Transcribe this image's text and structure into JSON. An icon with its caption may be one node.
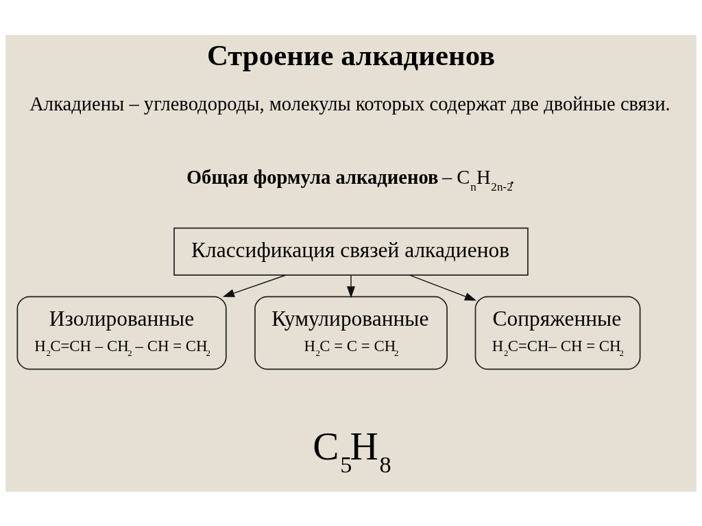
{
  "diagram": {
    "title": "Строение алкадиенов",
    "nodes": [
      {
        "text": [
          "Классификация связей алкадиенов"
        ]
      },
      {
        "text": [
          "Изолированные",
          "H$_{2}$C=CH – CH$_{2}$ – CH = CH$_{2}$"
        ]
      },
      {
        "text": [
          "Кумулированные",
          "H$_{2}$C = C = CH$_{2}$"
        ]
      },
      {
        "text": [
          "Сопряженные",
          "H$_{2}$C=CH– CH = CH$_{2}$"
        ]
      }
    ],
    "edges": [
      {
        "from": 0,
        "to": 1,
        "arrow": "to"
      },
      {
        "from": 0,
        "to": 2,
        "arrow": "to"
      },
      {
        "from": 0,
        "to": 3,
        "arrow": "to"
      }
    ],
    "labels": [
      "Алкадиены – углеводороды, молекулы которых содержат две двойные связи.",
      "**Общая формула алкадиенов** – C$_{n}$H$_{2n-2}$.",
      "C$_{5}$H$_{8}$"
    ]
  }
}
